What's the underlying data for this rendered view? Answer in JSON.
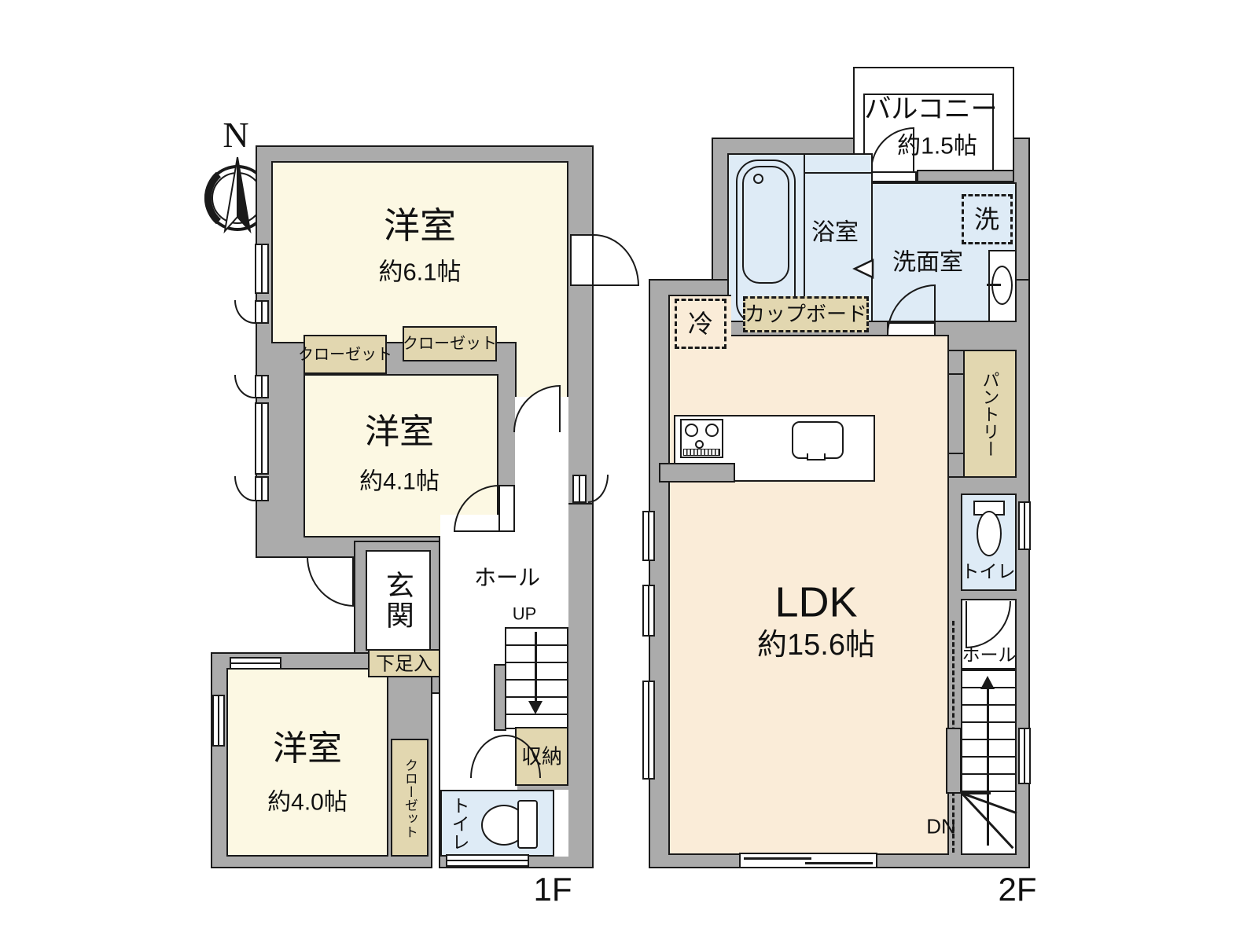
{
  "compass": {
    "north": "N"
  },
  "colors": {
    "wall": "#ABABAB",
    "line": "#1A1A1A",
    "tatami": "#FCF8E3",
    "ldk": "#FAECD8",
    "wet": "#DEEBF6",
    "closet": "#E2D7B0"
  },
  "f1": {
    "floor_label": "1F",
    "room61_name": "洋室",
    "room61_size": "約6.1帖",
    "closet_a": "クローゼット",
    "closet_b": "クローゼット",
    "room41_name": "洋室",
    "room41_size": "約4.1帖",
    "genkan": "玄関",
    "hall": "ホール",
    "up": "UP",
    "shoebox": "下足入",
    "room40_name": "洋室",
    "room40_size": "約4.0帖",
    "closet_c": "クローゼット",
    "storage": "収納",
    "toilet": "トイレ"
  },
  "f2": {
    "floor_label": "2F",
    "balcony_name": "バルコニー",
    "balcony_size": "約1.5帖",
    "bath": "浴室",
    "washroom": "洗面室",
    "washer": "洗",
    "fridge": "冷",
    "cupboard": "カップボード",
    "pantry": "パントリー",
    "ldk_name": "LDK",
    "ldk_size": "約15.6帖",
    "toilet": "トイレ",
    "hall": "ホール",
    "dn": "DN"
  }
}
